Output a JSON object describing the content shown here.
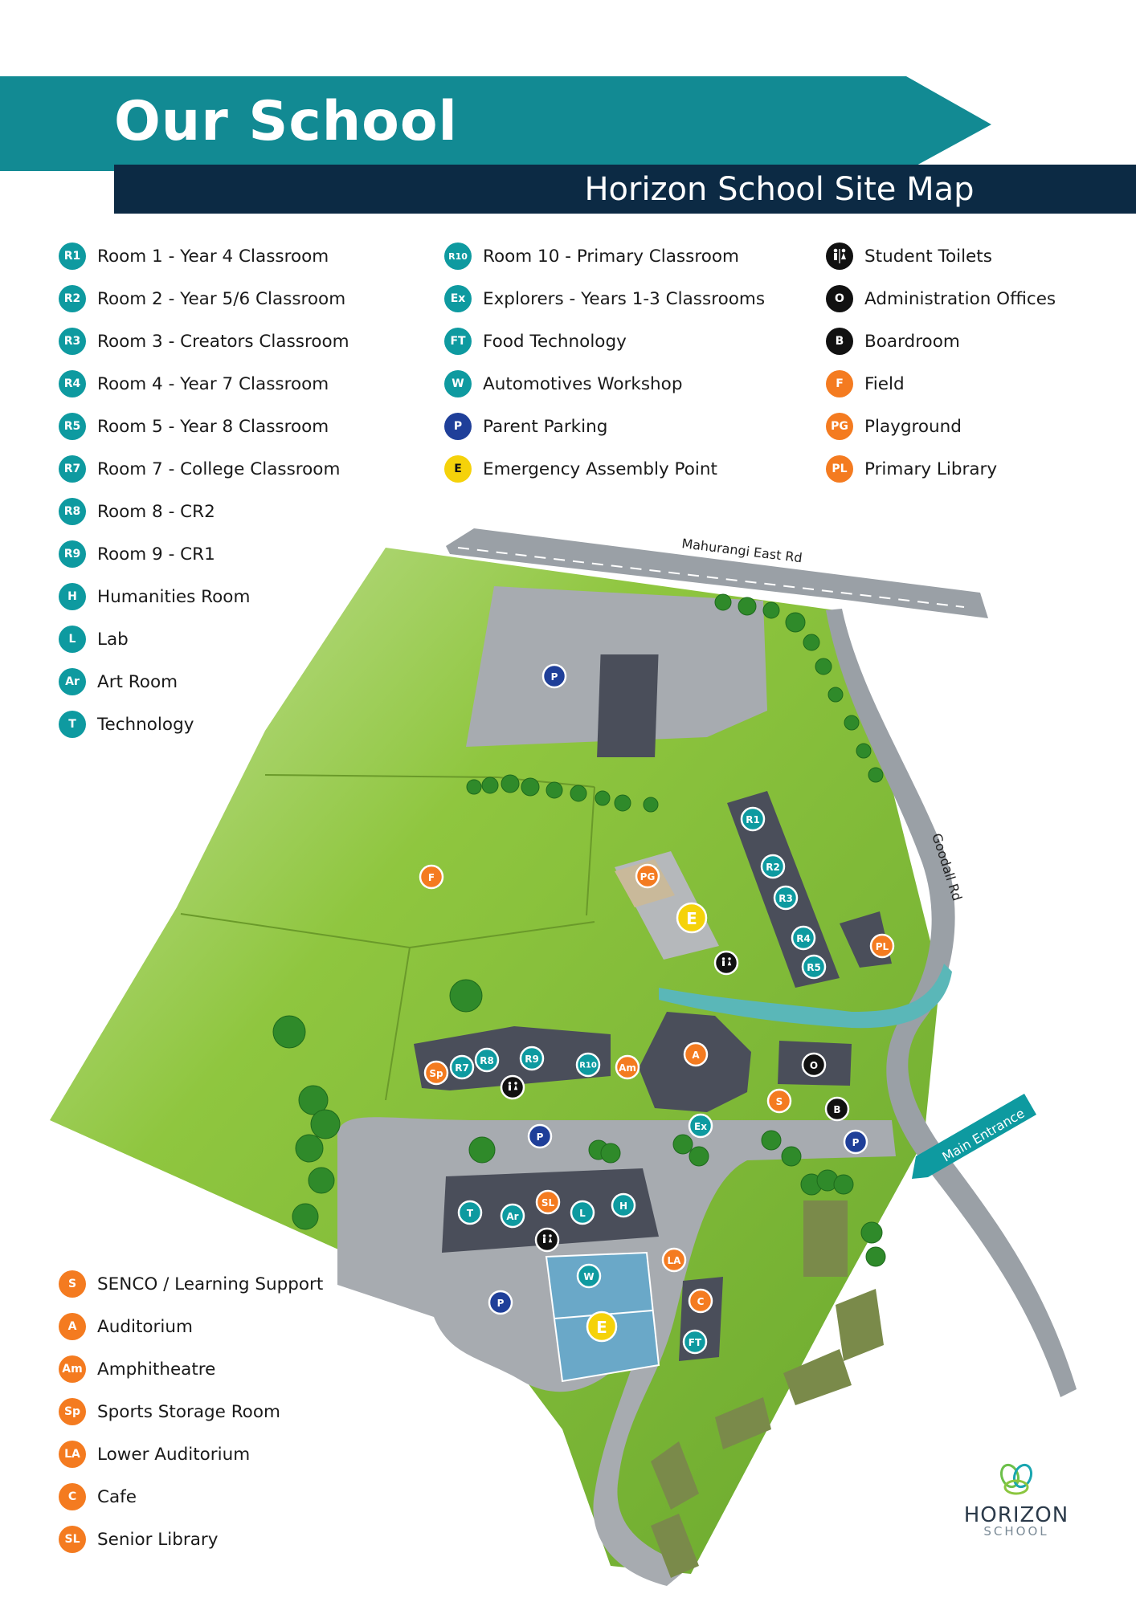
{
  "header": {
    "title": "Our School",
    "subtitle": "Horizon School Site Map"
  },
  "colors": {
    "teal": "#0e9aa0",
    "banner_teal": "#128a93",
    "navy_bar": "#0c2a44",
    "orange": "#f47b20",
    "blue": "#1f3f99",
    "yellow": "#f5d20a",
    "black": "#111111",
    "grass": "#8fc63f",
    "road": "#9aa0a6",
    "building": "#4a4e5a"
  },
  "legend": {
    "col1": [
      {
        "code": "R1",
        "label": "Room 1 - Year 4 Classroom",
        "color": "teal"
      },
      {
        "code": "R2",
        "label": "Room 2 - Year 5/6  Classroom",
        "color": "teal"
      },
      {
        "code": "R3",
        "label": "Room 3 - Creators Classroom",
        "color": "teal"
      },
      {
        "code": "R4",
        "label": "Room 4 - Year 7  Classroom",
        "color": "teal"
      },
      {
        "code": "R5",
        "label": "Room 5 - Year 8  Classroom",
        "color": "teal"
      },
      {
        "code": "R7",
        "label": "Room 7 - College Classroom",
        "color": "teal"
      },
      {
        "code": "R8",
        "label": "Room 8 - CR2",
        "color": "teal"
      },
      {
        "code": "R9",
        "label": "Room 9 - CR1",
        "color": "teal"
      },
      {
        "code": "H",
        "label": "Humanities Room",
        "color": "teal"
      },
      {
        "code": "L",
        "label": "Lab",
        "color": "teal"
      },
      {
        "code": "Ar",
        "label": "Art Room",
        "color": "teal"
      },
      {
        "code": "T",
        "label": "Technology",
        "color": "teal"
      }
    ],
    "col2": [
      {
        "code": "R10",
        "label": "Room 10 - Primary Classroom",
        "color": "teal"
      },
      {
        "code": "Ex",
        "label": "Explorers - Years 1-3  Classrooms",
        "color": "teal"
      },
      {
        "code": "FT",
        "label": "Food Technology",
        "color": "teal"
      },
      {
        "code": "W",
        "label": "Automotives Workshop",
        "color": "teal"
      },
      {
        "code": "P",
        "label": "Parent Parking",
        "color": "blue"
      },
      {
        "code": "E",
        "label": "Emergency Assembly Point",
        "color": "yellow"
      }
    ],
    "col3": [
      {
        "code": "toilet-icon",
        "label": "Student Toilets",
        "color": "black"
      },
      {
        "code": "O",
        "label": "Administration Offices",
        "color": "black"
      },
      {
        "code": "B",
        "label": "Boardroom",
        "color": "black"
      },
      {
        "code": "F",
        "label": "Field",
        "color": "orange"
      },
      {
        "code": "PG",
        "label": "Playground",
        "color": "orange"
      },
      {
        "code": "PL",
        "label": "Primary Library",
        "color": "orange"
      }
    ],
    "col4": [
      {
        "code": "S",
        "label": "SENCO / Learning Support",
        "color": "orange"
      },
      {
        "code": "A",
        "label": "Auditorium",
        "color": "orange"
      },
      {
        "code": "Am",
        "label": "Amphitheatre",
        "color": "orange"
      },
      {
        "code": "Sp",
        "label": "Sports Storage Room",
        "color": "orange"
      },
      {
        "code": "LA",
        "label": "Lower Auditorium",
        "color": "orange"
      },
      {
        "code": "C",
        "label": "Cafe",
        "color": "orange"
      },
      {
        "code": "SL",
        "label": "Senior Library",
        "color": "orange"
      }
    ]
  },
  "map": {
    "roads": {
      "north": "Mahurangi East Rd",
      "east": "Goodall Rd",
      "entrance": "Main Entrance"
    },
    "markers": [
      {
        "code": "P",
        "color": "blue"
      },
      {
        "code": "F",
        "color": "orange"
      },
      {
        "code": "PG",
        "color": "orange"
      },
      {
        "code": "E",
        "color": "yellow"
      },
      {
        "code": "R1",
        "color": "teal"
      },
      {
        "code": "R2",
        "color": "teal"
      },
      {
        "code": "R3",
        "color": "teal"
      },
      {
        "code": "R4",
        "color": "teal"
      },
      {
        "code": "R5",
        "color": "teal"
      },
      {
        "code": "PL",
        "color": "orange"
      },
      {
        "code": "toilet-icon",
        "color": "black"
      },
      {
        "code": "Sp",
        "color": "orange"
      },
      {
        "code": "R7",
        "color": "teal"
      },
      {
        "code": "R8",
        "color": "teal"
      },
      {
        "code": "R9",
        "color": "teal"
      },
      {
        "code": "R10",
        "color": "teal"
      },
      {
        "code": "Am",
        "color": "orange"
      },
      {
        "code": "A",
        "color": "orange"
      },
      {
        "code": "O",
        "color": "black"
      },
      {
        "code": "S",
        "color": "orange"
      },
      {
        "code": "B",
        "color": "black"
      },
      {
        "code": "toilet-icon",
        "color": "black"
      },
      {
        "code": "Ex",
        "color": "teal"
      },
      {
        "code": "P",
        "color": "blue"
      },
      {
        "code": "P",
        "color": "blue"
      },
      {
        "code": "T",
        "color": "teal"
      },
      {
        "code": "Ar",
        "color": "teal"
      },
      {
        "code": "SL",
        "color": "orange"
      },
      {
        "code": "L",
        "color": "teal"
      },
      {
        "code": "H",
        "color": "teal"
      },
      {
        "code": "toilet-icon",
        "color": "black"
      },
      {
        "code": "W",
        "color": "teal"
      },
      {
        "code": "LA",
        "color": "orange"
      },
      {
        "code": "P",
        "color": "blue"
      },
      {
        "code": "E",
        "color": "yellow"
      },
      {
        "code": "C",
        "color": "orange"
      },
      {
        "code": "FT",
        "color": "teal"
      }
    ]
  },
  "logo": {
    "name": "HORIZON",
    "sub": "SCHOOL"
  }
}
